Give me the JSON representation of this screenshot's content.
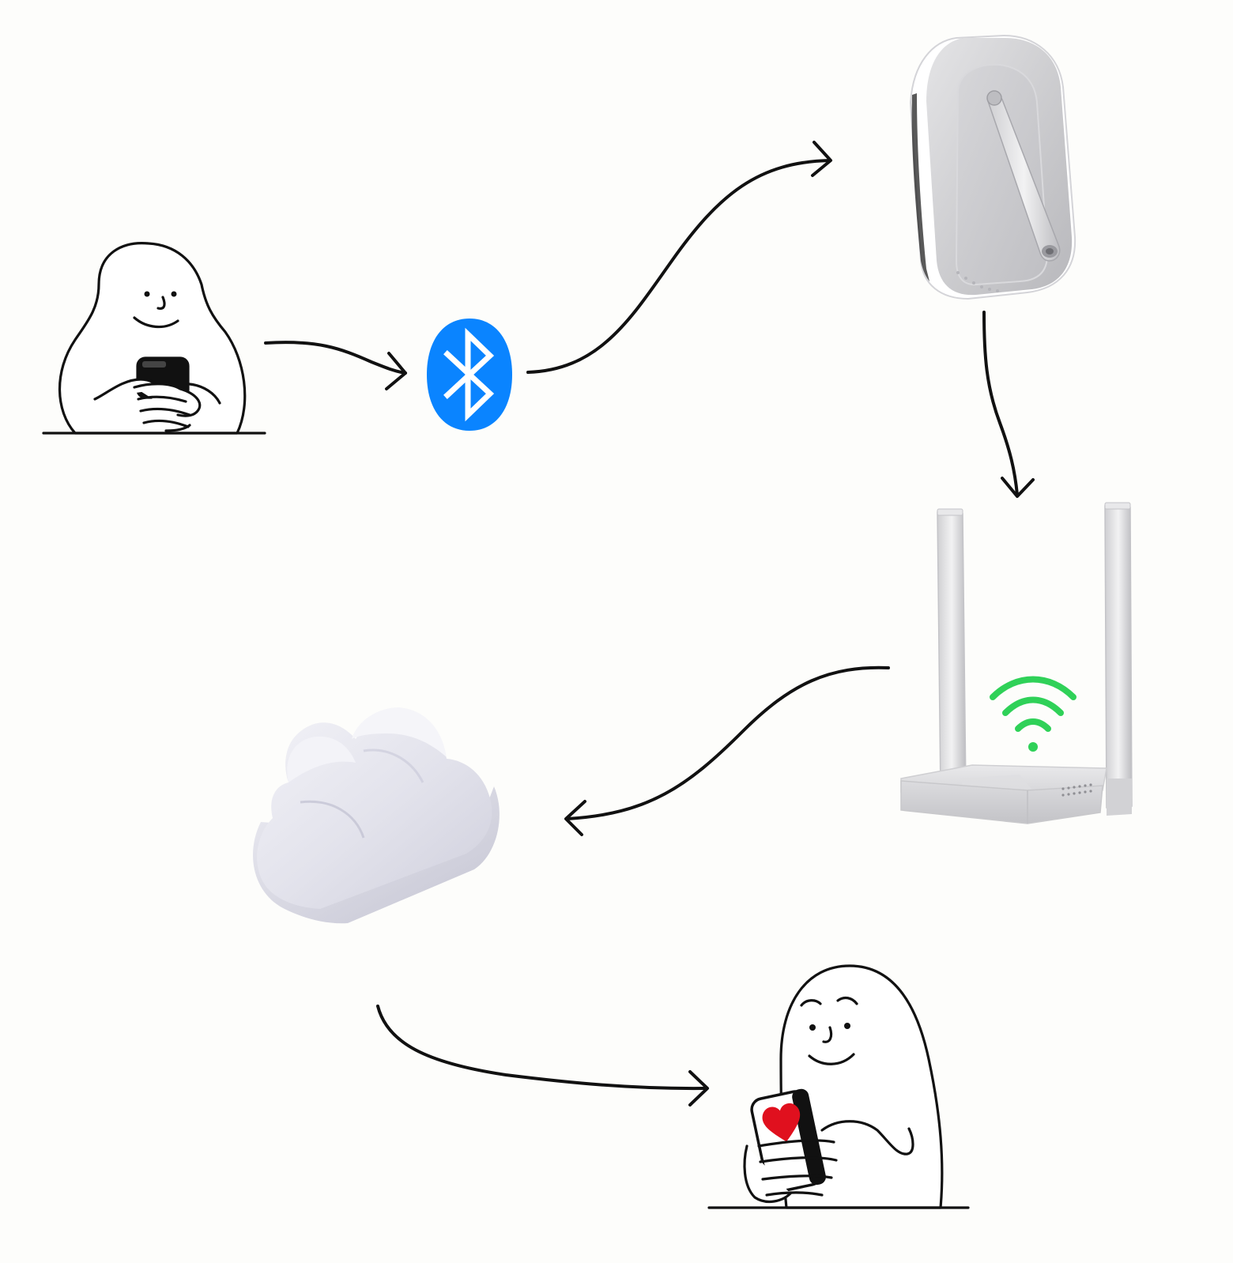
{
  "diagram": {
    "nodes": [
      {
        "id": "user-sender",
        "icon": "person-with-phone-icon"
      },
      {
        "id": "bluetooth",
        "icon": "bluetooth-icon"
      },
      {
        "id": "gateway",
        "icon": "ble-gateway-device-icon"
      },
      {
        "id": "router",
        "icon": "wifi-router-icon"
      },
      {
        "id": "cloud",
        "icon": "cloud-icon"
      },
      {
        "id": "user-receiver",
        "icon": "person-with-phone-heart-icon"
      }
    ],
    "edges": [
      {
        "from": "user-sender",
        "to": "bluetooth"
      },
      {
        "from": "bluetooth",
        "to": "gateway"
      },
      {
        "from": "gateway",
        "to": "router"
      },
      {
        "from": "router",
        "to": "cloud"
      },
      {
        "from": "cloud",
        "to": "user-receiver"
      }
    ]
  },
  "colors": {
    "background": "#fdfdfb",
    "stroke": "#111111",
    "bluetooth": "#0a84ff",
    "wifi": "#2fd158",
    "heart": "#e0101e",
    "device": "#cfcfd3",
    "cloud": "#d9d9e2"
  }
}
